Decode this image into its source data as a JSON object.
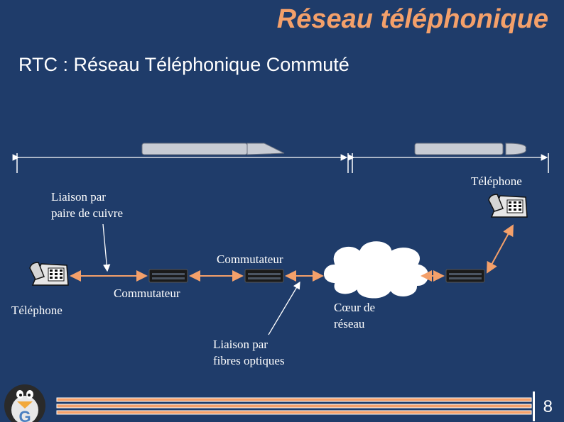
{
  "slide": {
    "title": "Réseau téléphonique",
    "subtitle": "RTC : Réseau Téléphonique Commuté",
    "page_number": "8"
  },
  "diagram": {
    "labels": {
      "telephone_right": "Téléphone",
      "telephone_left": "Téléphone",
      "copper_line1": "Liaison par",
      "copper_line2": "paire de cuivre",
      "switch_top": "Commutateur",
      "switch_bottom": "Commutateur",
      "core_line1": "Cœur de",
      "core_line2": "réseau",
      "fiber_line1": "Liaison par",
      "fiber_line2": "fibres optiques"
    }
  },
  "colors": {
    "background": "#1f3c6a",
    "title": "#f4a06a",
    "link": "#f4a06a"
  }
}
